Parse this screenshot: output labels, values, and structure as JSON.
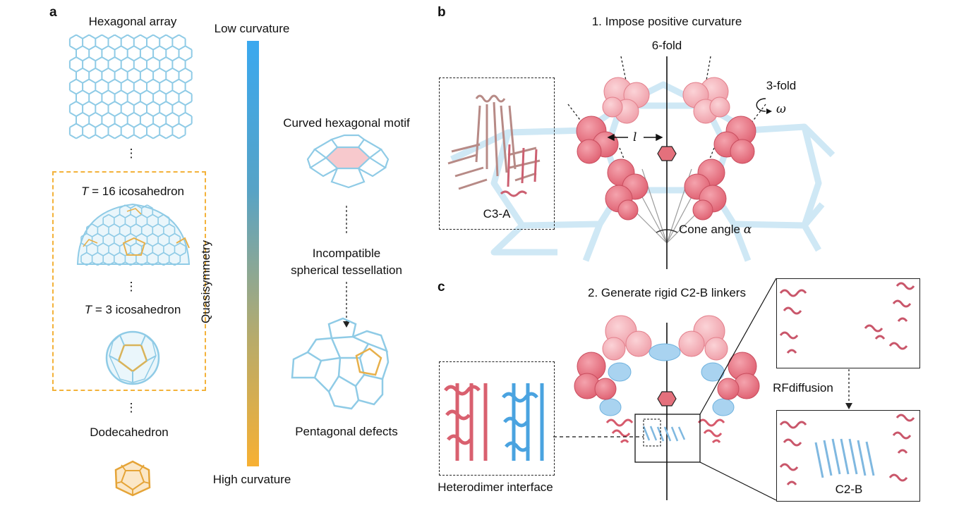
{
  "panels": {
    "a": {
      "letter": "a",
      "hex_array_label": "Hexagonal array",
      "ellipsis1": "⋮",
      "t16_prefix": "T",
      "t16_label": " = 16 icosahedron",
      "ellipsis2": "⋮",
      "t3_prefix": "T",
      "t3_label": " = 3 icosahedron",
      "ellipsis3": "⋮",
      "dodeca_label": "Dodecahedron",
      "low_curvature": "Low curvature",
      "high_curvature": "High curvature",
      "quasisymmetry": "Quasisymmetry",
      "curved_motif": "Curved hexagonal motif",
      "incompatible_line1": "Incompatible",
      "incompatible_line2": "spherical tessellation",
      "pentagonal_defects": "Pentagonal defects"
    },
    "b": {
      "letter": "b",
      "title": "1. Impose positive curvature",
      "sixfold": "6-fold",
      "threefold": "3-fold",
      "omega": "ω",
      "l_label": "l",
      "cone_angle": "Cone angle ",
      "alpha": "α",
      "c3a": "C3-A"
    },
    "c": {
      "letter": "c",
      "title": "2. Generate rigid C2-B linkers",
      "rfdiffusion": "RFdiffusion",
      "c2b": "C2-B",
      "heterodimer": "Heterodimer interface"
    }
  },
  "colors": {
    "hex_blue": "#8fcbe6",
    "pale_blue": "#d9eef8",
    "protein_pink": "#e8707e",
    "protein_light": "#f2a6ae",
    "linker_blue": "#a9d3f0",
    "orange": "#f3b23a",
    "gradient_top": "#3aa8ef",
    "gradient_bottom": "#f7b033"
  }
}
